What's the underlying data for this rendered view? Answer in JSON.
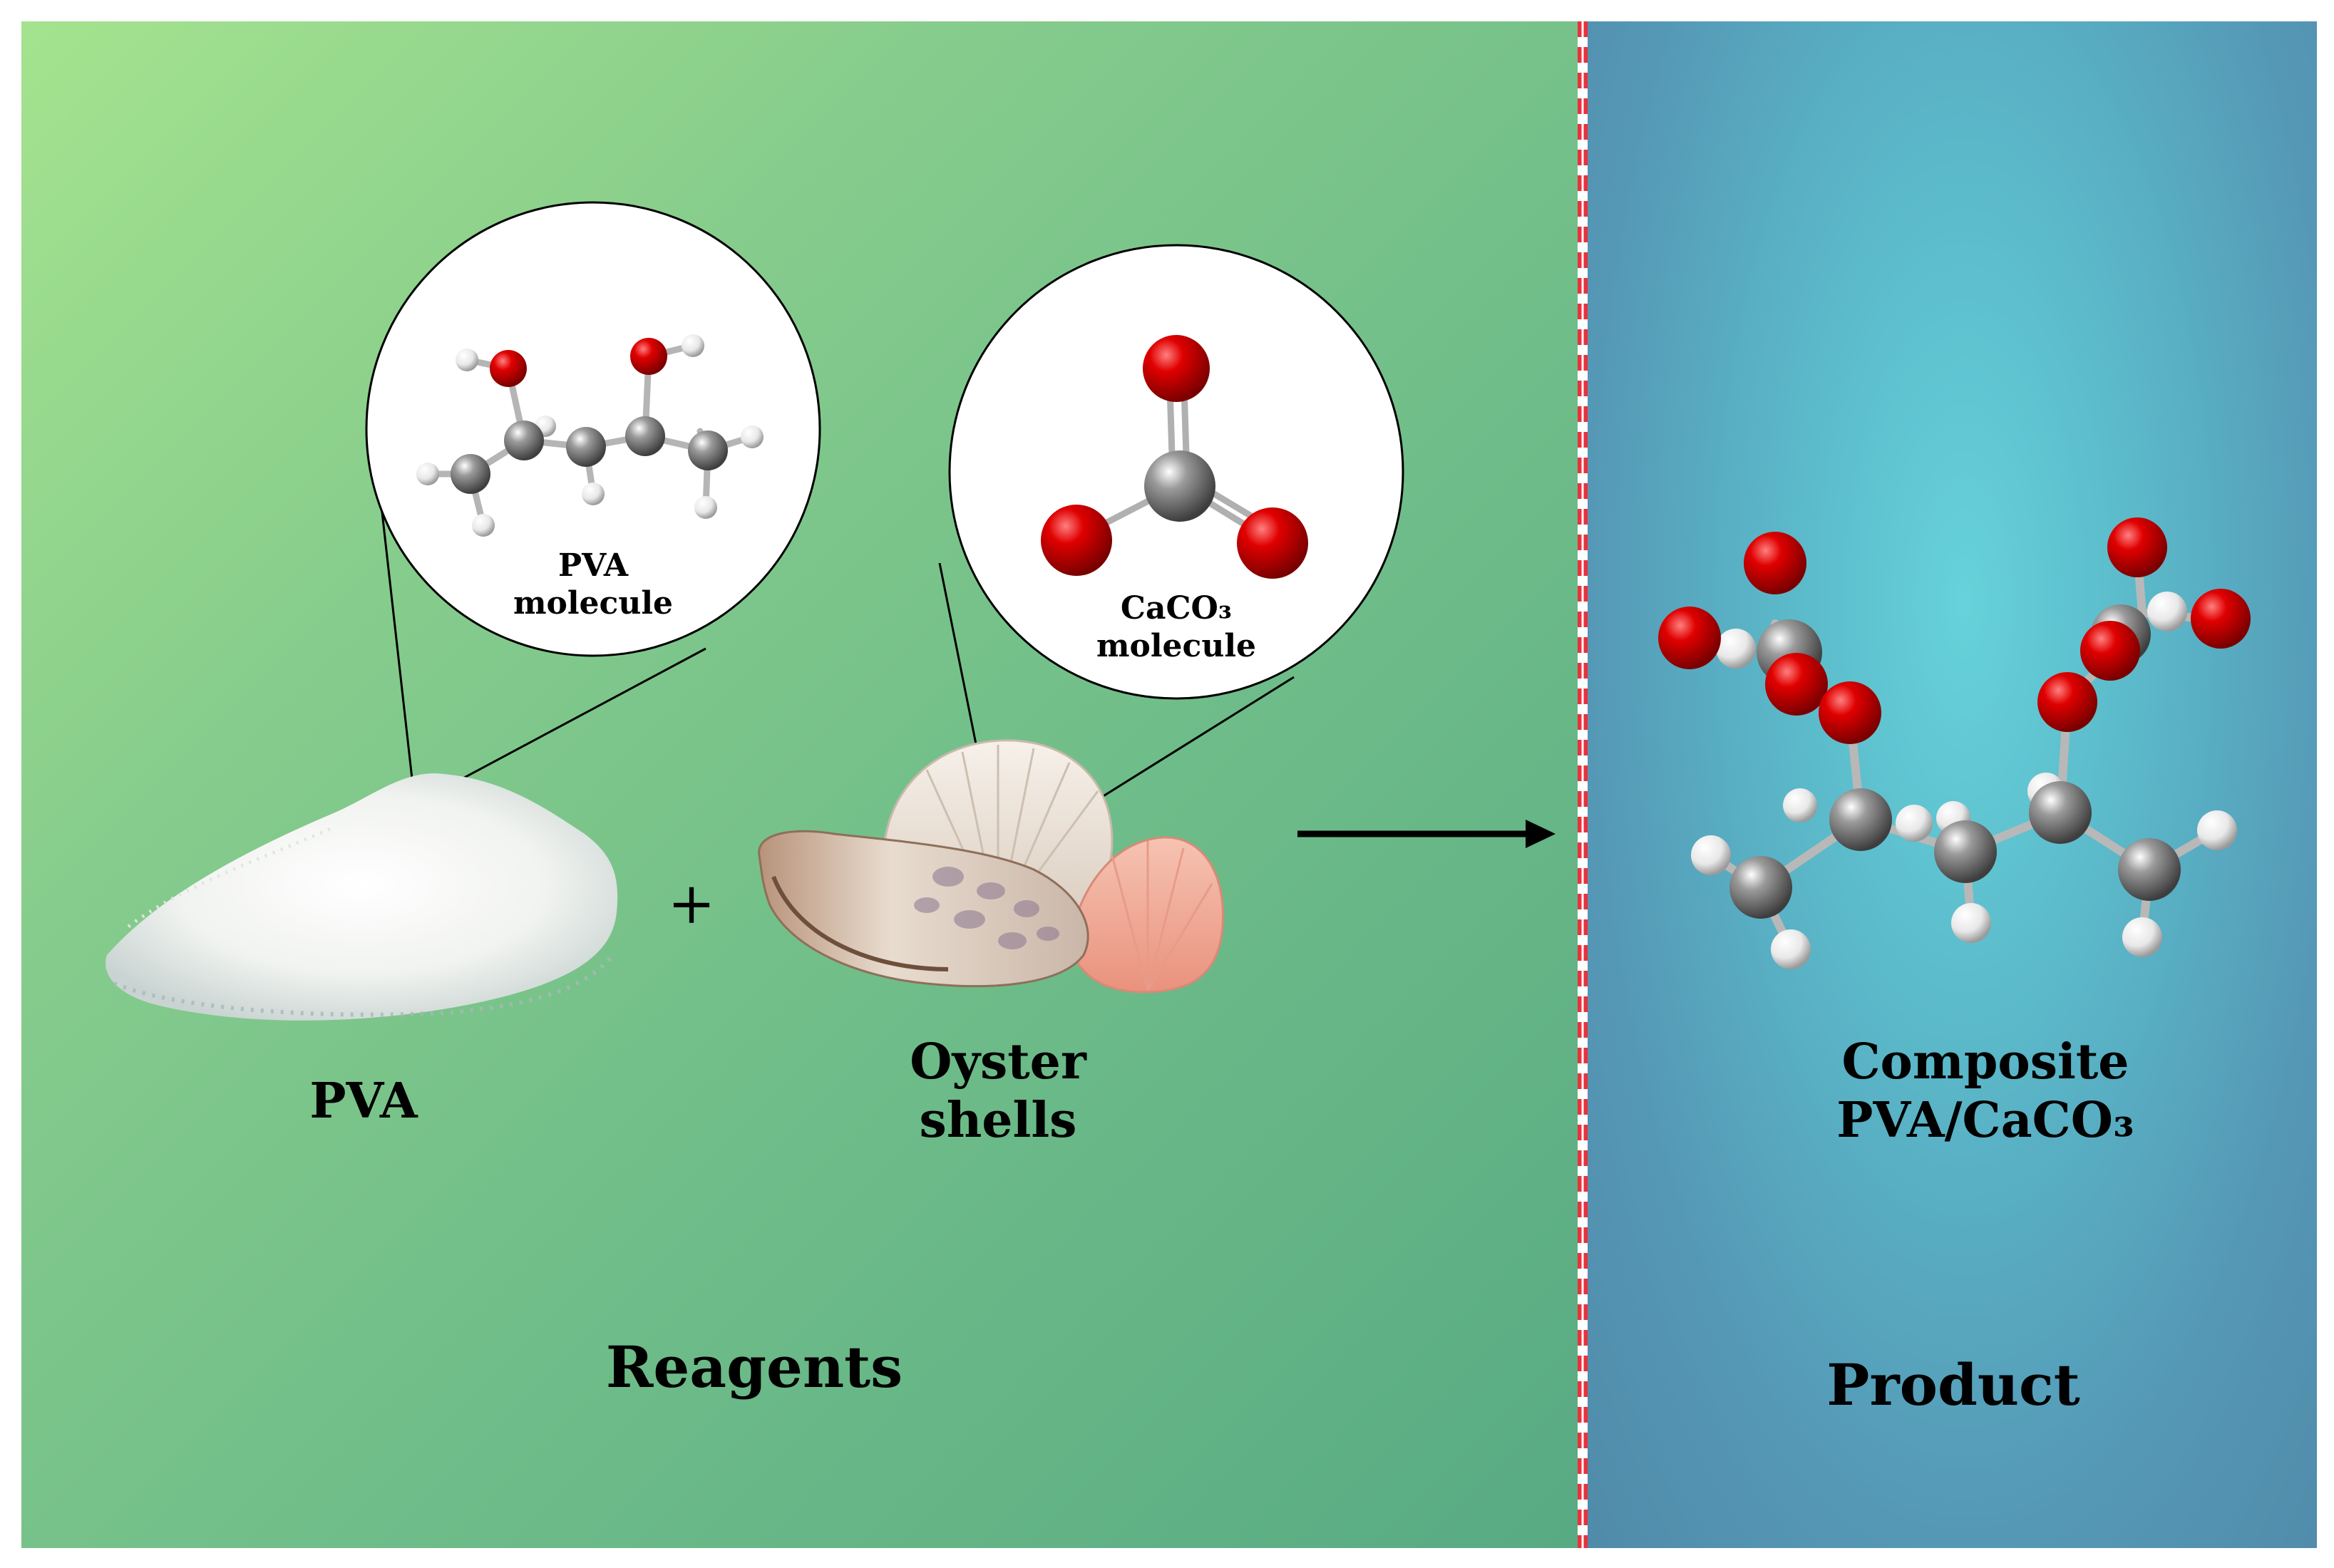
{
  "labels": {
    "pva_molecule_line1": "PVA",
    "pva_molecule_line2": "molecule",
    "caco3_molecule_line1": "CaCO₃",
    "caco3_molecule_line2": "molecule",
    "pva": "PVA",
    "plus": "+",
    "oyster_line1": "Oyster",
    "oyster_line2": "shells",
    "composite_line1": "Composite",
    "composite_line2": "PVA/CaCO₃",
    "reagents": "Reagents",
    "product": "Product"
  },
  "colors": {
    "oxygen": "#d40000",
    "carbon": "#8a8a8a",
    "hydrogen": "#f2f2f2",
    "divider_red": "#e8323c",
    "divider_white": "#ffffff",
    "arrow": "#000000"
  }
}
